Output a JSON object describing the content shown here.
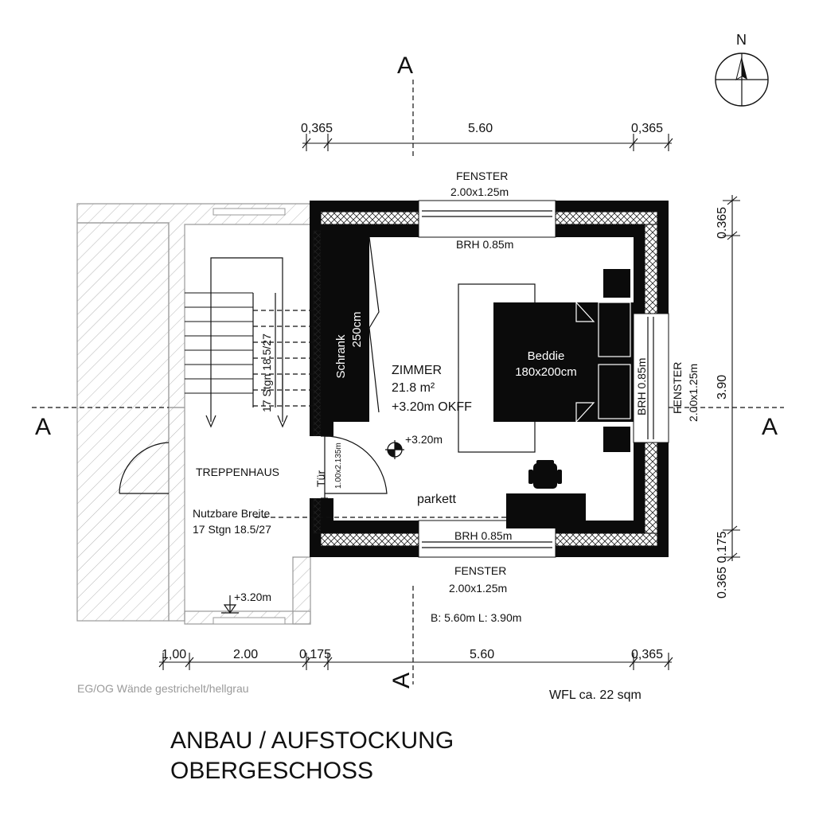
{
  "north": {
    "label": "N"
  },
  "section_marks": {
    "top": "A",
    "bottom": "A",
    "left": "A",
    "right": "A"
  },
  "dimensions_top": [
    "0,365",
    "5.60",
    "0,365"
  ],
  "dimensions_bottom": [
    "1,00",
    "2.00",
    "0,175",
    "5.60",
    "0,365"
  ],
  "dimensions_right": [
    "0.365",
    "3.90",
    "0.365 0.175"
  ],
  "windows": {
    "top": {
      "label": "FENSTER",
      "size": "2.00x1.25m",
      "sill": "BRH 0.85m"
    },
    "bottom": {
      "label": "FENSTER",
      "size": "2.00x1.25m",
      "sill": "BRH 0.85m"
    },
    "right": {
      "label": "FENSTER",
      "size": "2.00x1.25m",
      "sill": "BRH 0.85m"
    }
  },
  "wardrobe": {
    "name": "Schrank",
    "size": "250cm"
  },
  "bed": {
    "name": "Beddie",
    "size": "180x200cm"
  },
  "room": {
    "name": "ZIMMER",
    "area": "21.8 m²",
    "height": "+3.20m OKFF",
    "level": "+3.20m",
    "floor": "parkett"
  },
  "door": {
    "label": "Tür",
    "size": "1.00x2.135m"
  },
  "stairs": {
    "top_label": "17 Stgn 18.5/27",
    "hall": "TREPPENHAUS",
    "width_label": "Nutzbare Breite",
    "width_value": "17 Stgn 18.5/27",
    "level": "+3.20m"
  },
  "room_size": "B: 5.60m L: 3.90m",
  "note": "EG/OG Wände gestrichelt/hellgrau",
  "wfl": "WFL ca. 22 sqm",
  "title": {
    "line1": "ANBAU / AUFSTOCKUNG",
    "line2": "OBERGESCHOSS"
  }
}
